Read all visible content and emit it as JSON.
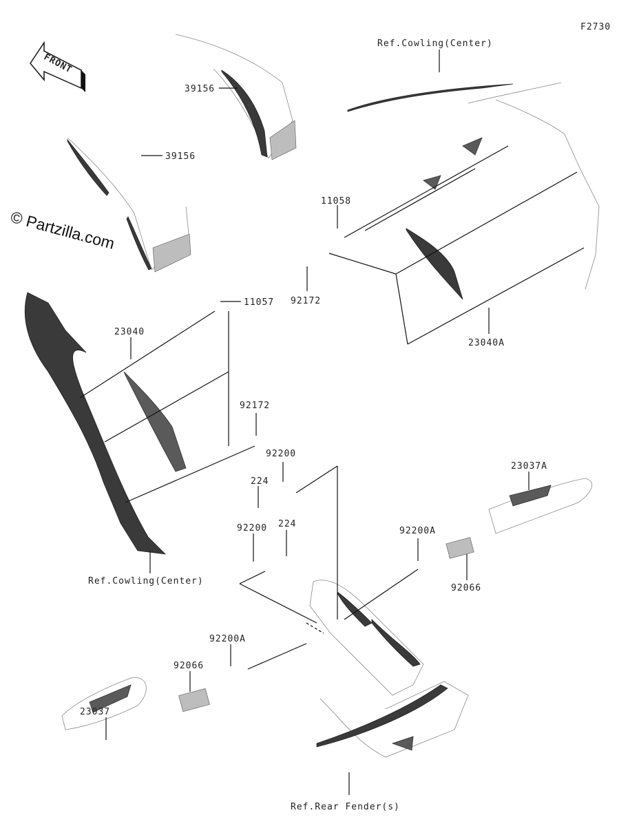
{
  "figure_code": "F2730",
  "watermark": "© Partzilla.com",
  "front_label": "FRONT",
  "callouts": {
    "ref_cowling_center_top": "Ref.Cowling(Center)",
    "p39156_a": "39156",
    "p39156_b": "39156",
    "p11058": "11058",
    "p92172_a": "92172",
    "p11057": "11057",
    "p23040": "23040",
    "p23040A": "23040A",
    "p92172_b": "92172",
    "p92200_a": "92200",
    "p224_a": "224",
    "p23037A": "23037A",
    "p92200_b": "92200",
    "p224_b": "224",
    "p92200A_a": "92200A",
    "p92066_a": "92066",
    "ref_cowling_center_bottom": "Ref.Cowling(Center)",
    "p92200A_b": "92200A",
    "p92066_b": "92066",
    "p23037": "23037",
    "ref_rear_fender": "Ref.Rear Fender(s)"
  }
}
